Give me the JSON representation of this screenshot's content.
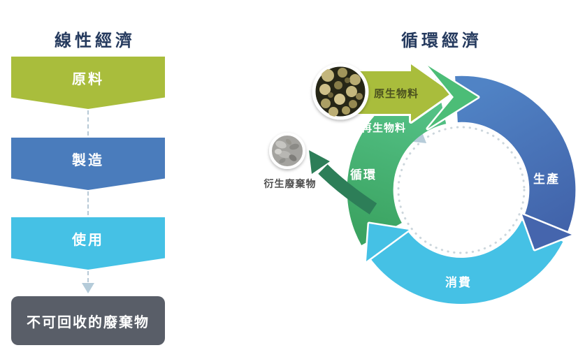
{
  "linear": {
    "title": "線性經濟",
    "steps": [
      {
        "label": "原料",
        "color": "#a9bd3c"
      },
      {
        "label": "製造",
        "color": "#4a7cbc"
      },
      {
        "label": "使用",
        "color": "#45c1e5"
      }
    ],
    "waste": {
      "label": "不可回收的廢棄物",
      "color": "#595e68"
    }
  },
  "circular": {
    "title": "循環經濟",
    "flows": {
      "virgin": {
        "label": "原生物料",
        "color": "#a9bd3c",
        "text_color": "#4b511f"
      },
      "recycled": {
        "label": "再生物料",
        "color": "#4cbd77",
        "text_color": "#ffffff"
      }
    },
    "segments": {
      "production": {
        "label": "生產",
        "color": "#4a75b8"
      },
      "consumption": {
        "label": "消費",
        "color": "#45c1e5"
      },
      "recycle": {
        "label": "循環",
        "color": "#3fae68"
      }
    },
    "waste": {
      "label": "衍生廢棄物",
      "arrow_color": "#2d7e58"
    },
    "photos": [
      {
        "name": "logs-photo"
      },
      {
        "name": "rubble-photo"
      }
    ]
  },
  "theme": {
    "title_color": "#253a5e",
    "connector_color": "#b7c9d6",
    "dotted_circle_color": "#ccd6dc",
    "background": "#ffffff"
  }
}
